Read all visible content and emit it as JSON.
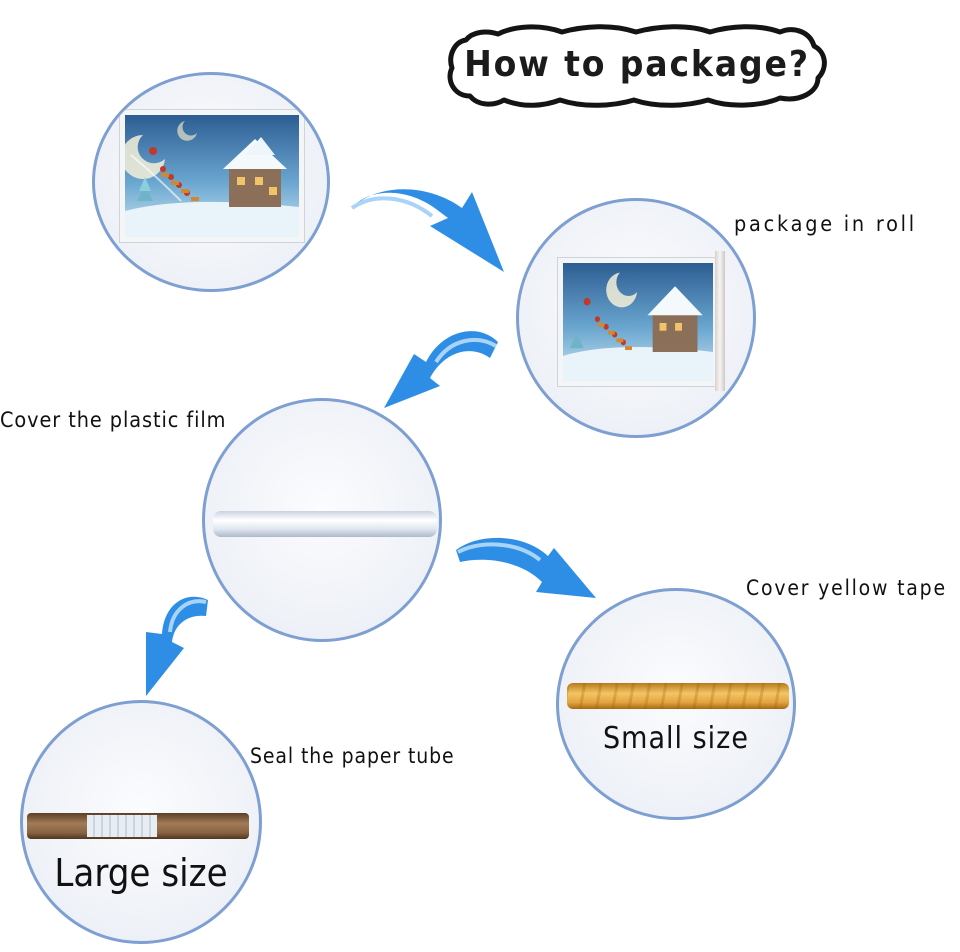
{
  "title": "How to package?",
  "steps": {
    "roll": "package in roll",
    "film": "Cover the plastic film",
    "yellow": "Cover yellow tape",
    "tube": "Seal the paper tube"
  },
  "sizes": {
    "small": "Small size",
    "large": "Large size"
  },
  "colors": {
    "circle_border": "#7e9fd2",
    "arrow": "#2e8ee6",
    "arrow_dark": "#1f69c7"
  },
  "icons": [
    "curved-arrow-icon",
    "christmas-photo-icon",
    "roll-tube-icon"
  ]
}
